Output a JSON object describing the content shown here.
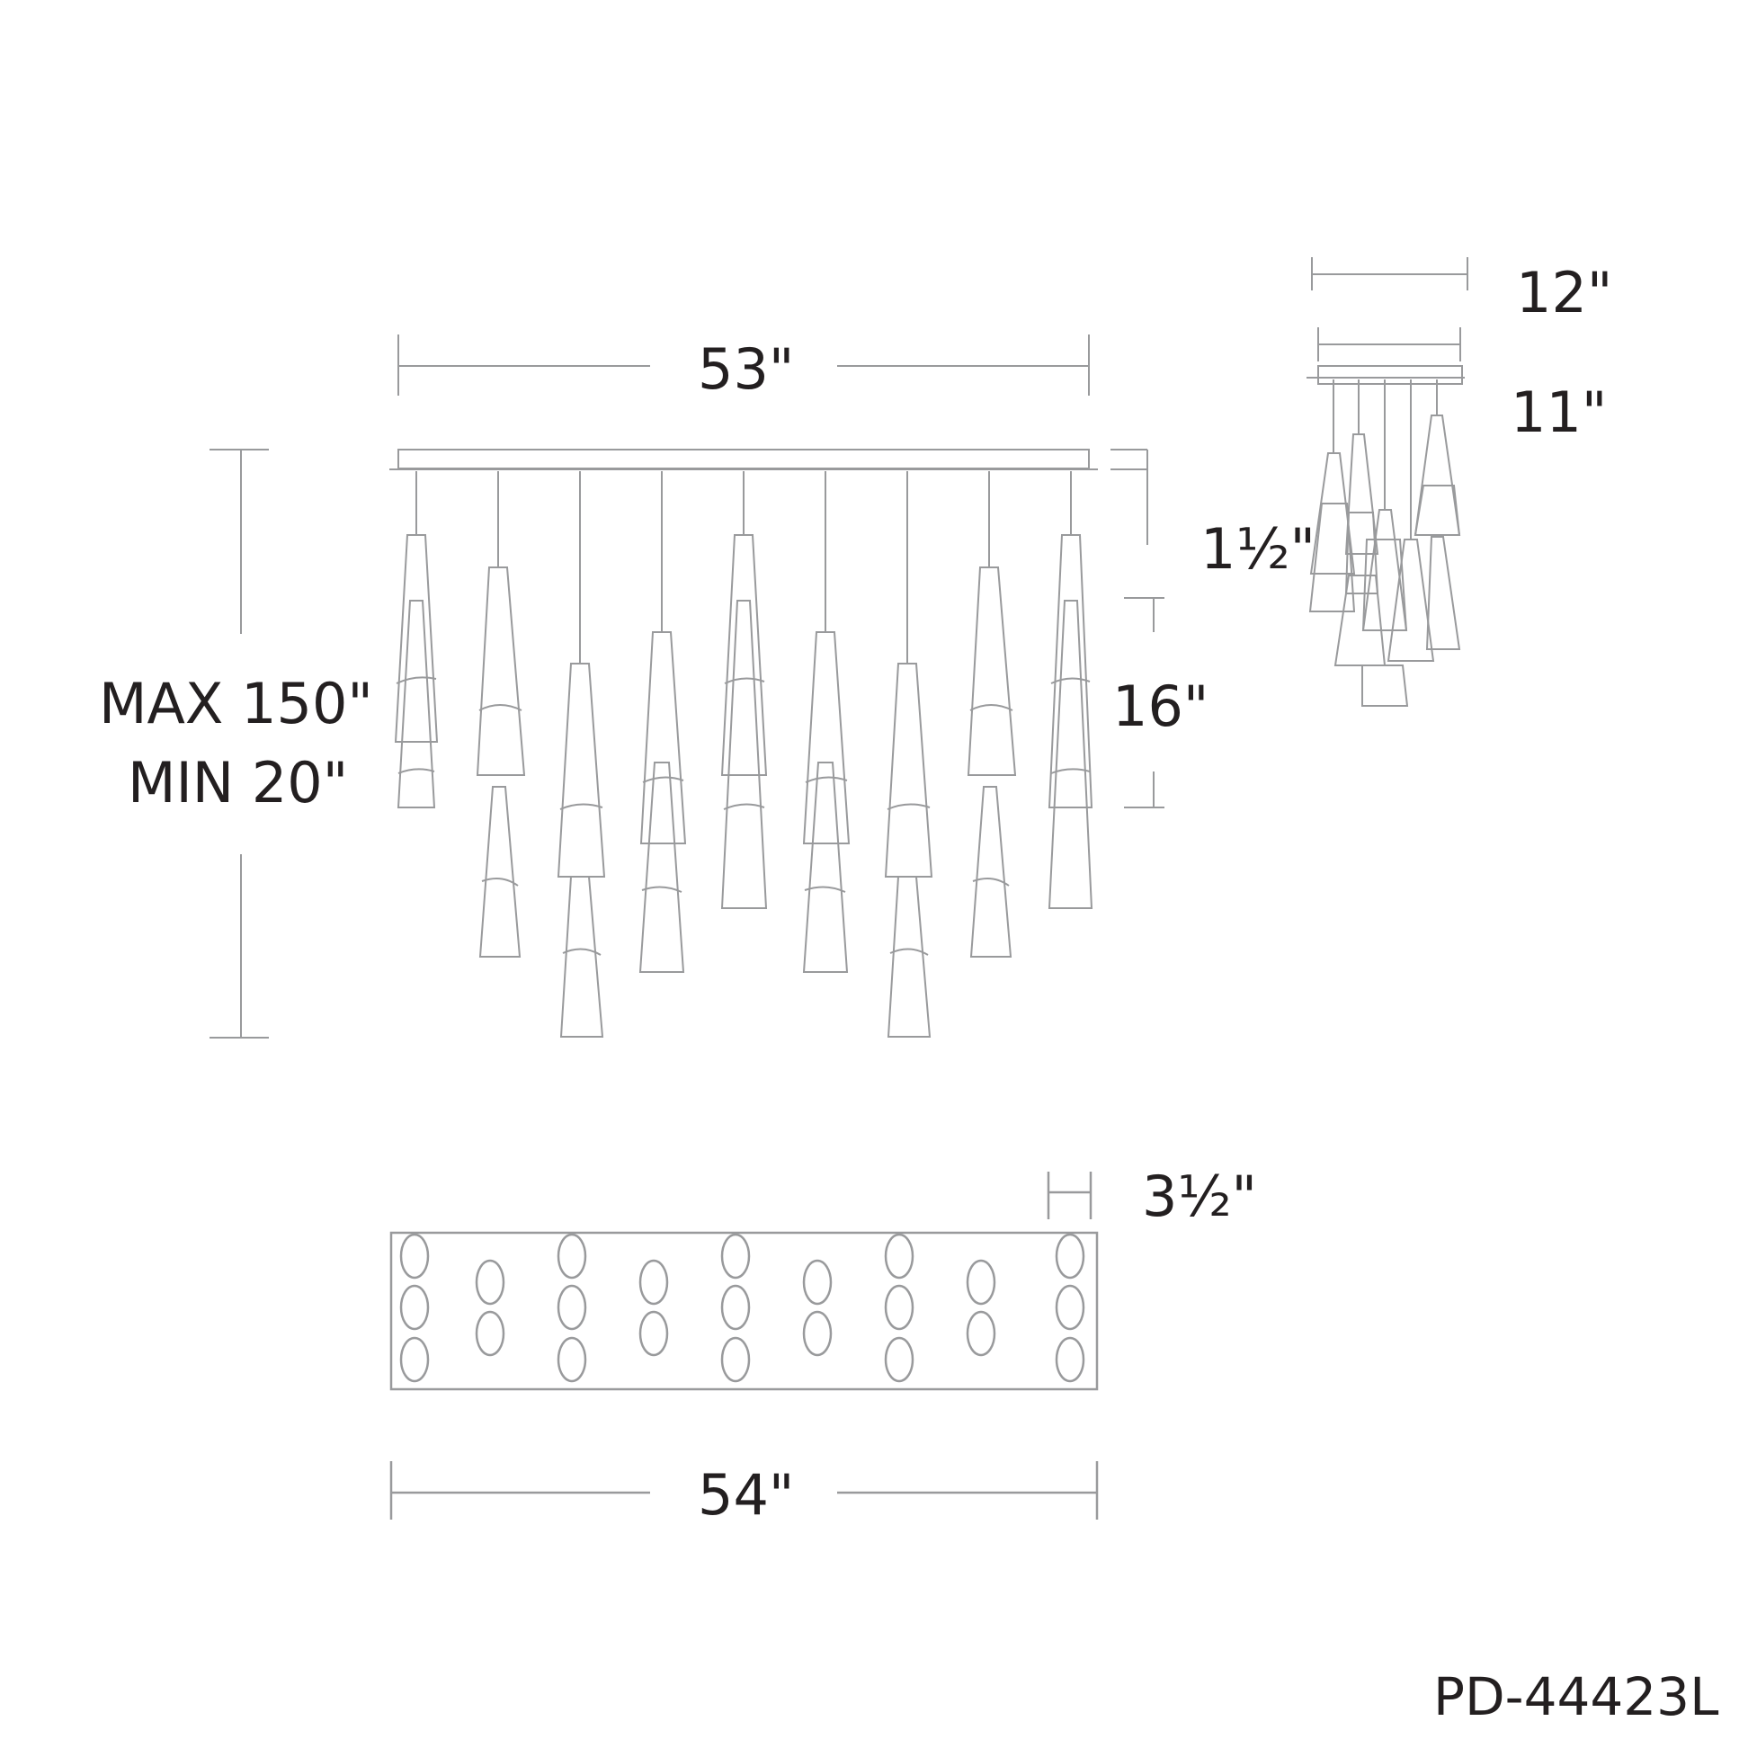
{
  "drawing": {
    "part_number": "PD-44423L",
    "line_color": "#999a9c",
    "text_color": "#231f20",
    "background": "#ffffff"
  },
  "front_view": {
    "canopy_width_label": "53\"",
    "height_range": {
      "max_label": "MAX 150\"",
      "min_label": "MIN 20\""
    },
    "canopy_thickness_label": "1½\"",
    "pendant_height_label": "16\"",
    "pendant_count_visible": 9
  },
  "side_view": {
    "overall_width_label": "12\"",
    "canopy_width_label": "11\"",
    "pendant_count_visible": 5
  },
  "top_view": {
    "overall_length_label": "54\"",
    "pendant_spacing_label": "3½\"",
    "columns": [
      3,
      2,
      3,
      2,
      3,
      2,
      3,
      2,
      3
    ],
    "pendant_total": 23
  }
}
